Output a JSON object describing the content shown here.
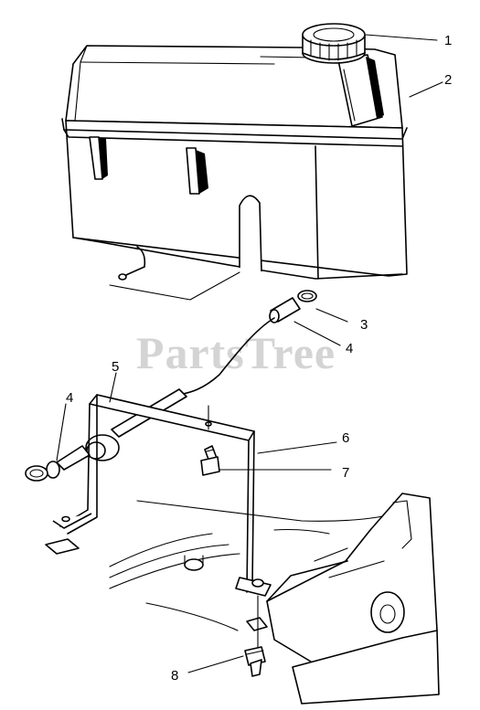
{
  "watermark": "PartsTree",
  "callouts": [
    {
      "id": "c1",
      "label": "1"
    },
    {
      "id": "c2",
      "label": "2"
    },
    {
      "id": "c3",
      "label": "3"
    },
    {
      "id": "c4a",
      "label": "4"
    },
    {
      "id": "c4b",
      "label": "4"
    },
    {
      "id": "c5",
      "label": "5"
    },
    {
      "id": "c6",
      "label": "6"
    },
    {
      "id": "c7",
      "label": "7"
    },
    {
      "id": "c8",
      "label": "8"
    }
  ]
}
